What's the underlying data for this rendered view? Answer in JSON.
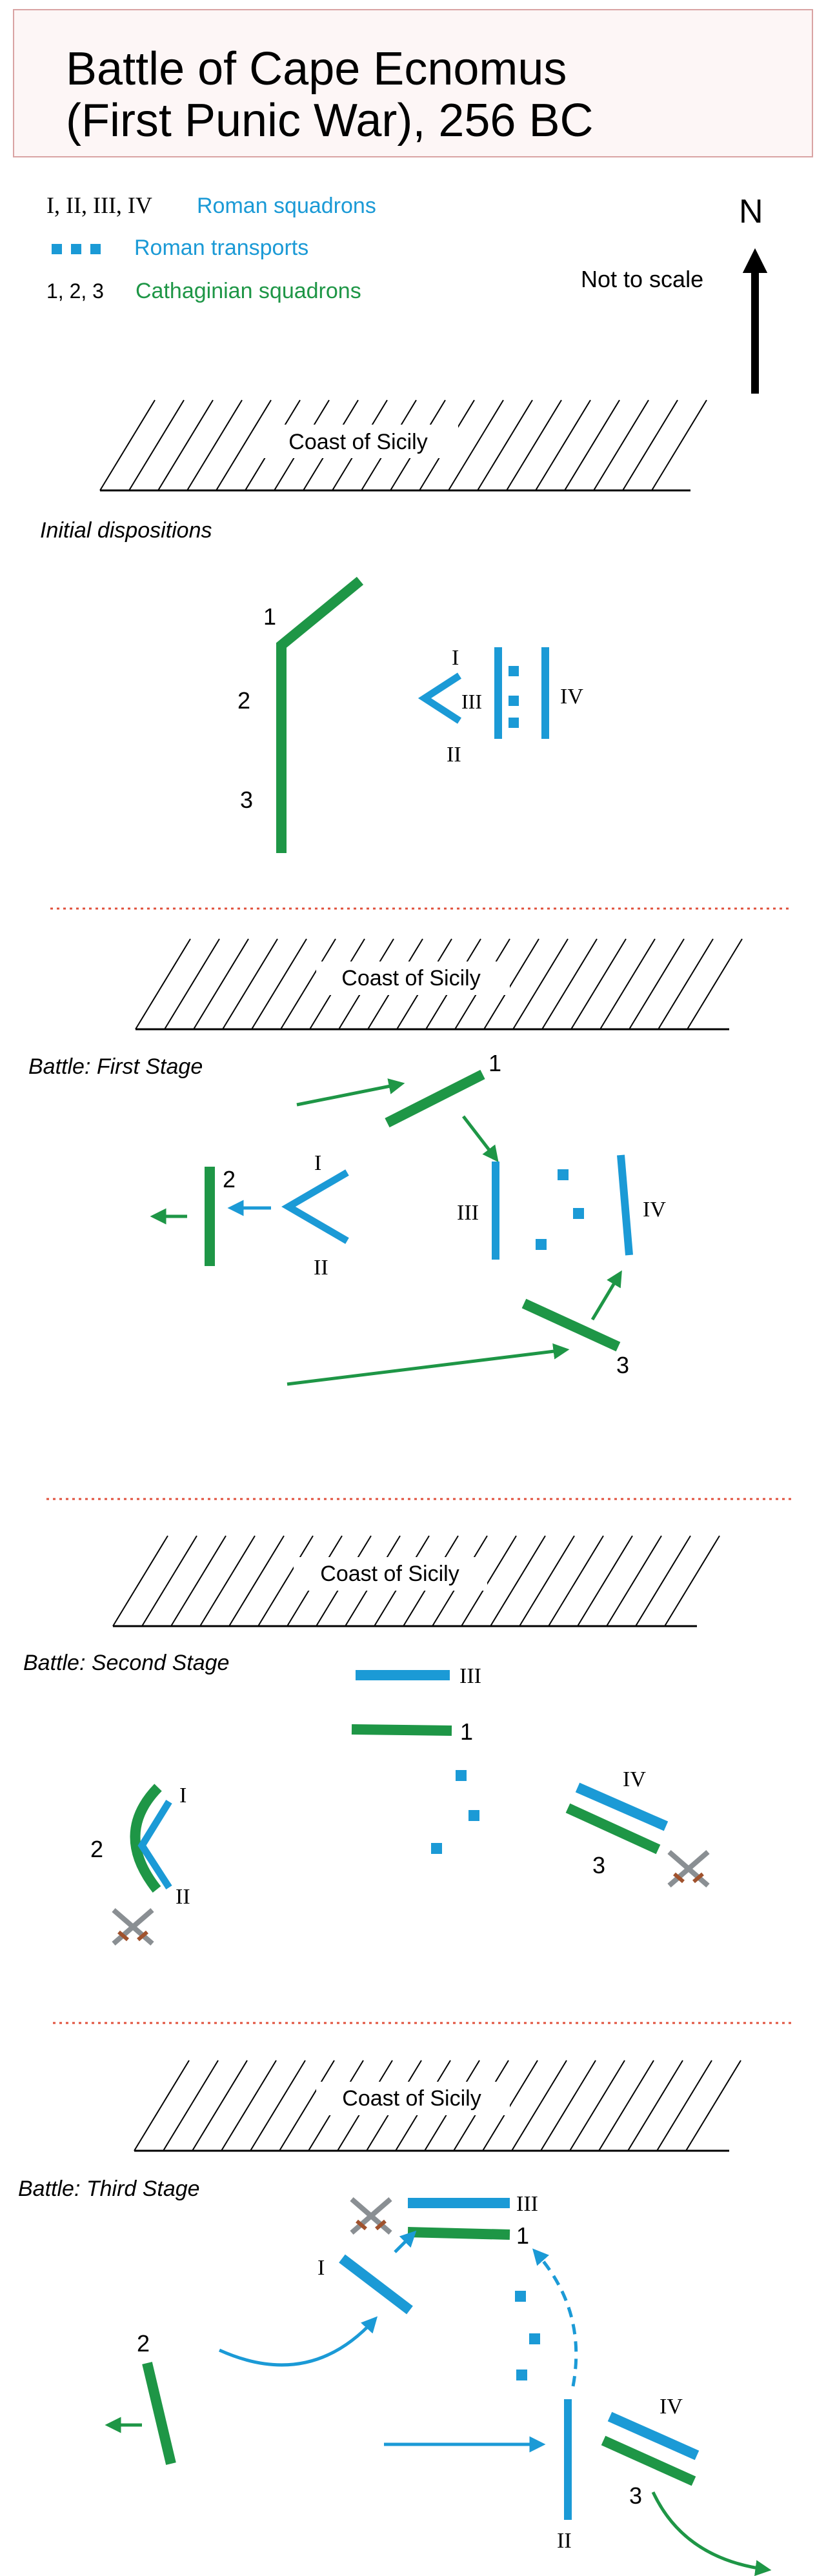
{
  "title": {
    "line1": "Battle of Cape Ecnomus",
    "line2": "(First Punic War), 256 BC"
  },
  "legend": {
    "roman_squadrons_key": "I, II, III, IV",
    "roman_squadrons_label": "Roman squadrons",
    "roman_transports_label": "Roman transports",
    "carthaginian_squadrons_key": "1, 2, 3",
    "carthaginian_squadrons_label": "Cathaginian squadrons",
    "not_to_scale": "Not to scale",
    "north_label": "N"
  },
  "colors": {
    "roman": "#1b9ad6",
    "carthaginian": "#1e9646",
    "coast_hatch": "#000000",
    "separator": "#e0503c",
    "title_border": "#d9a3a3",
    "crossed_swords": "#8a8f93"
  },
  "coast_label": "Coast of Sicily",
  "panels": {
    "initial": {
      "heading": "Initial dispositions",
      "carthaginian": [
        "1",
        "2",
        "3"
      ],
      "roman": [
        "I",
        "II",
        "III",
        "IV"
      ]
    },
    "first": {
      "heading": "Battle: First Stage",
      "carthaginian": [
        "1",
        "2",
        "3"
      ],
      "roman": [
        "I",
        "II",
        "III",
        "IV"
      ]
    },
    "second": {
      "heading": "Battle: Second Stage",
      "carthaginian": [
        "1",
        "2",
        "3"
      ],
      "roman": [
        "I",
        "II",
        "III",
        "IV"
      ]
    },
    "third": {
      "heading": "Battle: Third Stage",
      "carthaginian": [
        "1",
        "2",
        "3"
      ],
      "roman": [
        "I",
        "II",
        "III",
        "IV"
      ]
    }
  }
}
